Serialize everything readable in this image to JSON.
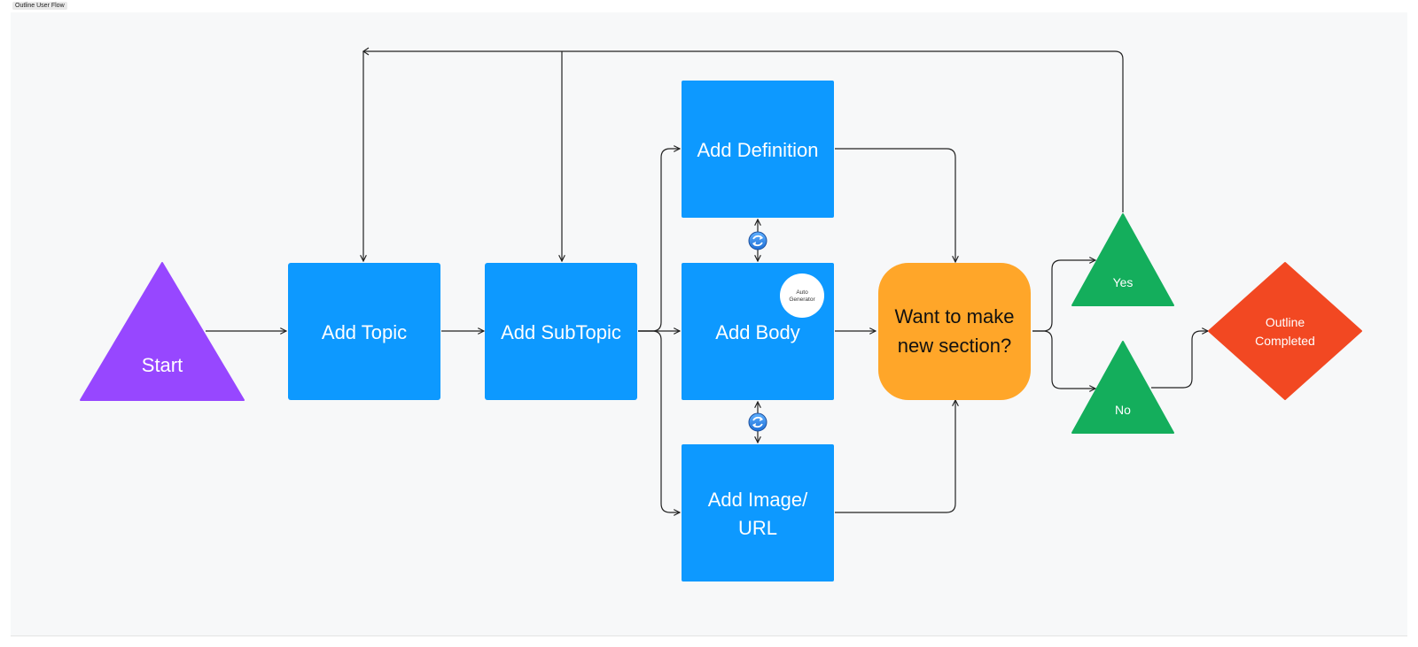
{
  "frame": {
    "label": "Outline User Flow"
  },
  "colors": {
    "start": "#9747ff",
    "process": "#0d99ff",
    "decision": "#ffa629",
    "yes_no": "#14ae5c",
    "end": "#f24822"
  },
  "nodes": {
    "start": {
      "label": "Start"
    },
    "add_topic": {
      "label": "Add Topic"
    },
    "add_subtopic": {
      "label": "Add SubTopic"
    },
    "add_definition": {
      "label": "Add Definition"
    },
    "add_body": {
      "label": "Add Body"
    },
    "add_image": {
      "line1": "Add Image/",
      "line2": "URL"
    },
    "auto_generator": {
      "line1": "Auto",
      "line2": "Generator"
    },
    "decision": {
      "line1": "Want to make",
      "line2": "new section?"
    },
    "yes": {
      "label": "Yes"
    },
    "no": {
      "label": "No"
    },
    "end": {
      "line1": "Outline",
      "line2": "Completed"
    }
  },
  "icons": {
    "sync": "sync-icon"
  }
}
